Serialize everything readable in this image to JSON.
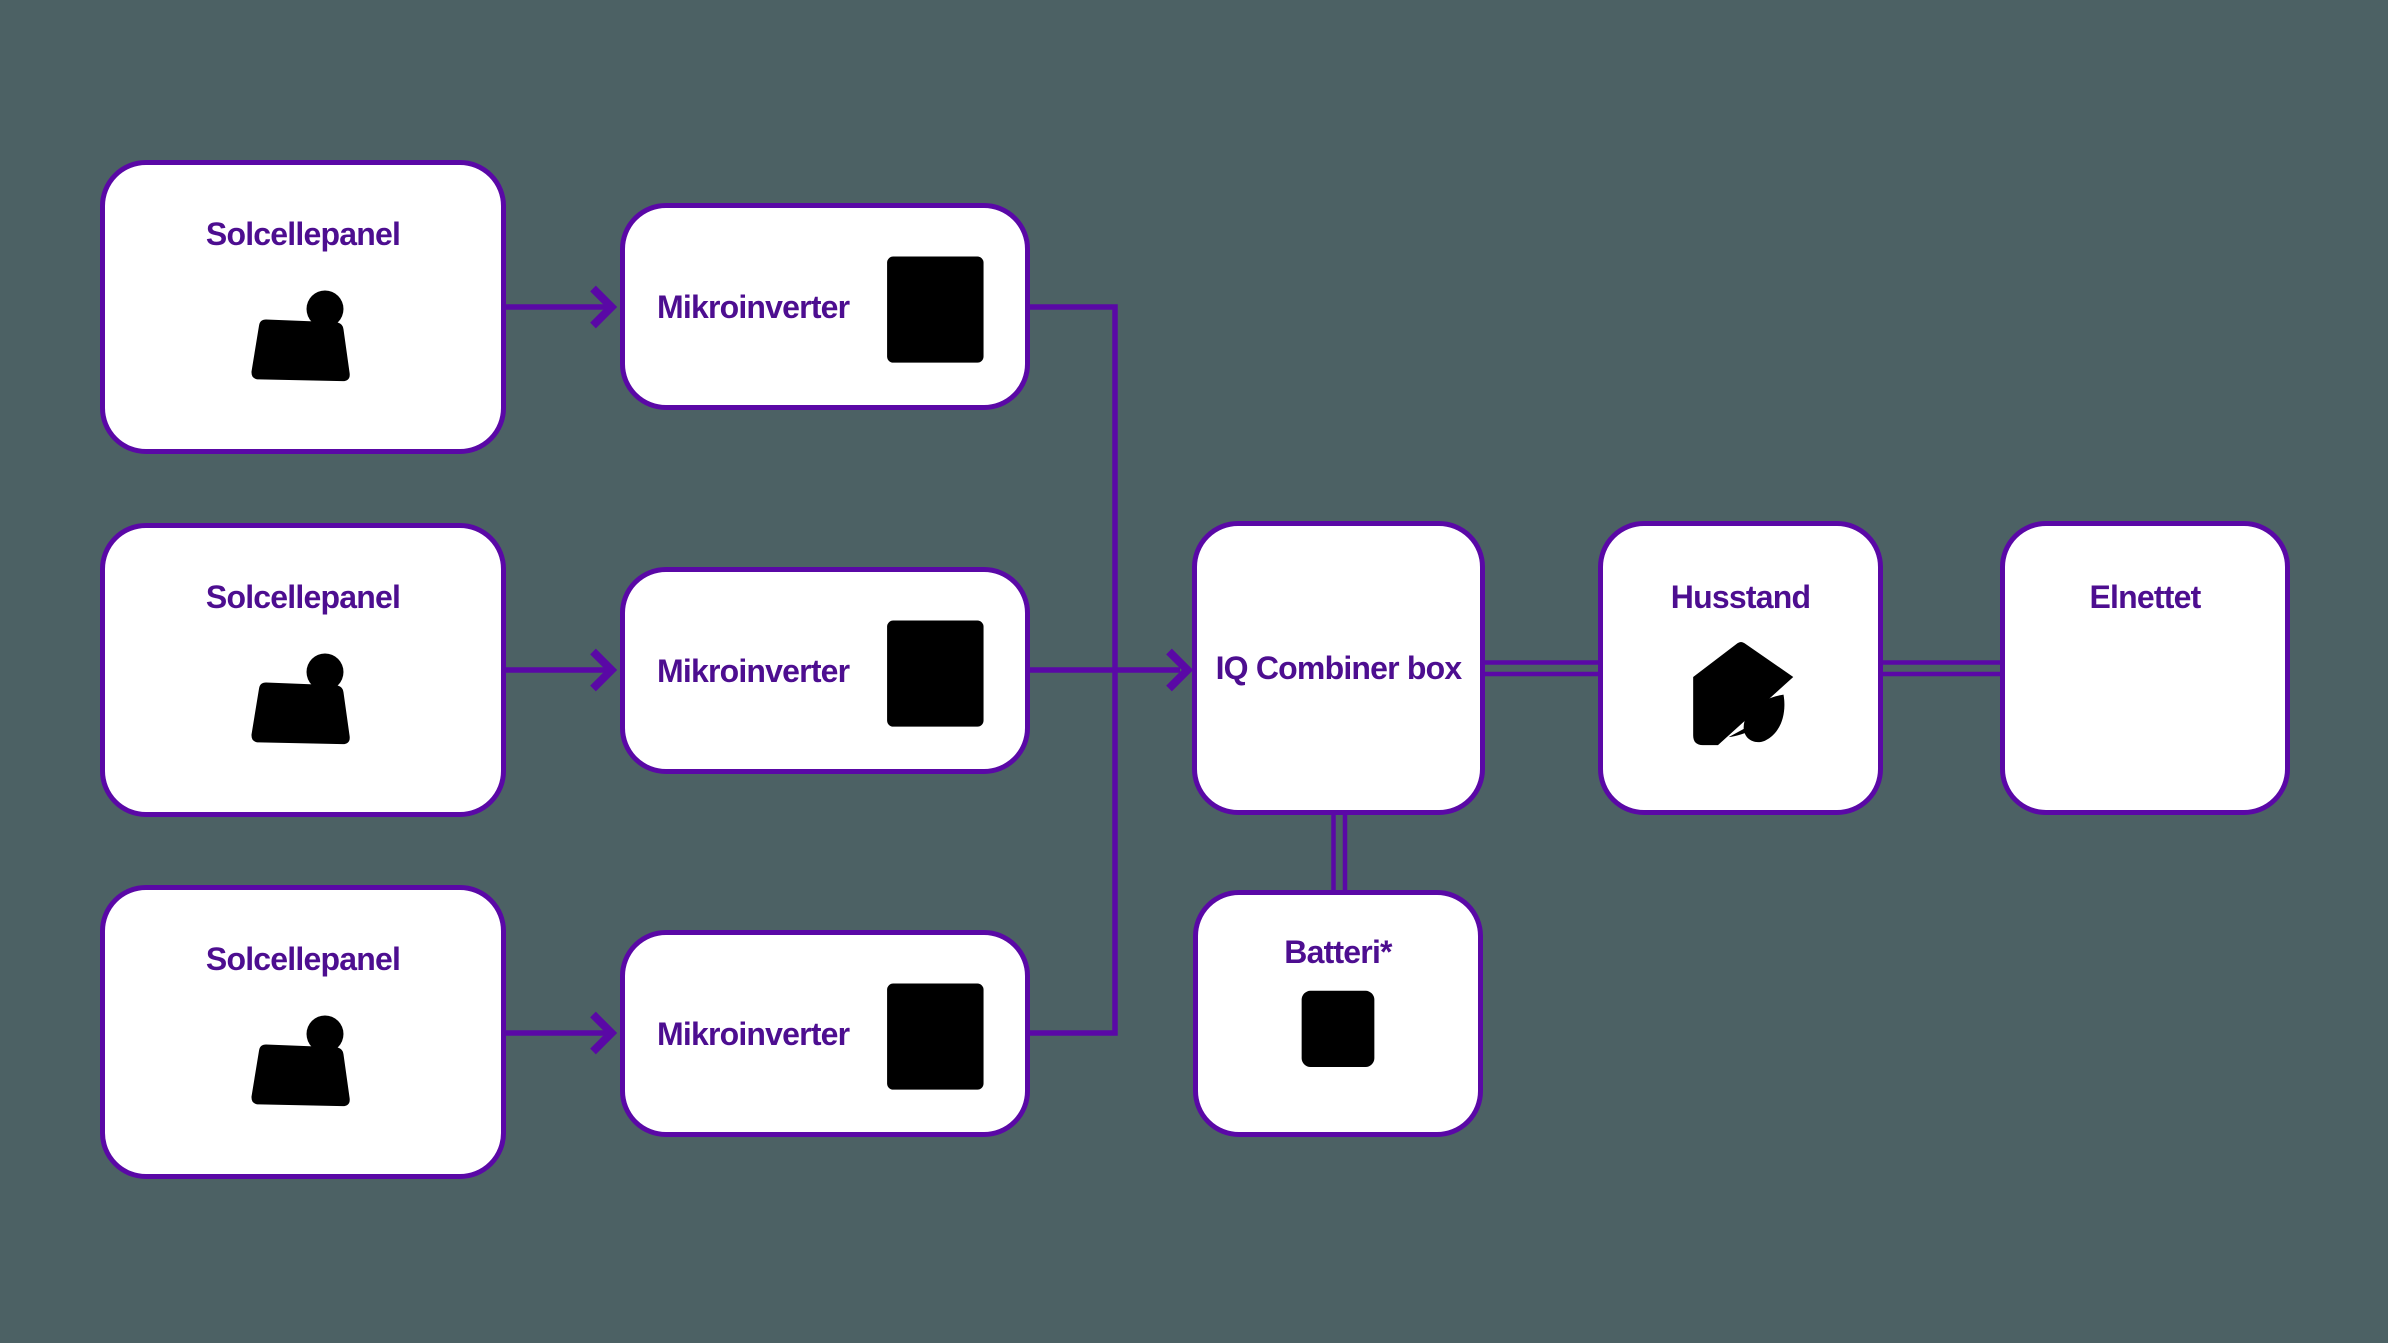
{
  "colors": {
    "background": "#4C6164",
    "line": "#5A08A6",
    "label": "#4D0E90",
    "node_fill": "#FFFFFF"
  },
  "nodes": {
    "solar_panels": [
      {
        "label": "Solcellepanel"
      },
      {
        "label": "Solcellepanel"
      },
      {
        "label": "Solcellepanel"
      }
    ],
    "microinverters": [
      {
        "label": "Mikroinverter"
      },
      {
        "label": "Mikroinverter"
      },
      {
        "label": "Mikroinverter"
      }
    ],
    "combiner": {
      "label": "IQ Combiner box"
    },
    "household": {
      "label": "Husstand"
    },
    "grid": {
      "label": "Elnettet"
    },
    "battery": {
      "label": "Batteri*"
    }
  },
  "icons": {
    "solar": "solar-panel-icon",
    "inverter": "inverter-icon",
    "house": "house-leaf-icon",
    "pylon": "electricity-pylon-icon",
    "battery": "battery-icon"
  }
}
